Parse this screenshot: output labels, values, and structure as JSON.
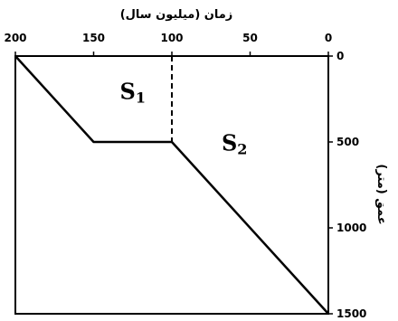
{
  "chart_data": {
    "type": "line",
    "x_axis": {
      "label": "زمان (میلیون سال)",
      "position": "top",
      "reversed": true,
      "range": [
        200,
        0
      ],
      "ticks": [
        "200",
        "150",
        "100",
        "50",
        "0"
      ],
      "tick_values": [
        200,
        150,
        100,
        50,
        0
      ]
    },
    "y_axis": {
      "label": "عمق (متر)",
      "position": "right",
      "inverted": true,
      "range": [
        0,
        1500
      ],
      "ticks": [
        "0",
        "500",
        "1000",
        "1500"
      ],
      "tick_values": [
        0,
        500,
        1000,
        1500
      ]
    },
    "series": [
      {
        "points": [
          {
            "x": 200,
            "y": 0
          },
          {
            "x": 150,
            "y": 500
          },
          {
            "x": 100,
            "y": 500
          },
          {
            "x": 0,
            "y": 1500
          }
        ]
      }
    ],
    "reference_lines": [
      {
        "x": 100,
        "y_from": 0,
        "y_to": 500,
        "style": "dashed"
      }
    ],
    "regions": [
      {
        "label": "S",
        "subscript": "1",
        "x": 125,
        "y": 250
      },
      {
        "label": "S",
        "subscript": "2",
        "x": 60,
        "y": 550
      }
    ],
    "grid": false,
    "frame": true,
    "colors": {
      "line": "#000000",
      "background": "#ffffff"
    }
  }
}
